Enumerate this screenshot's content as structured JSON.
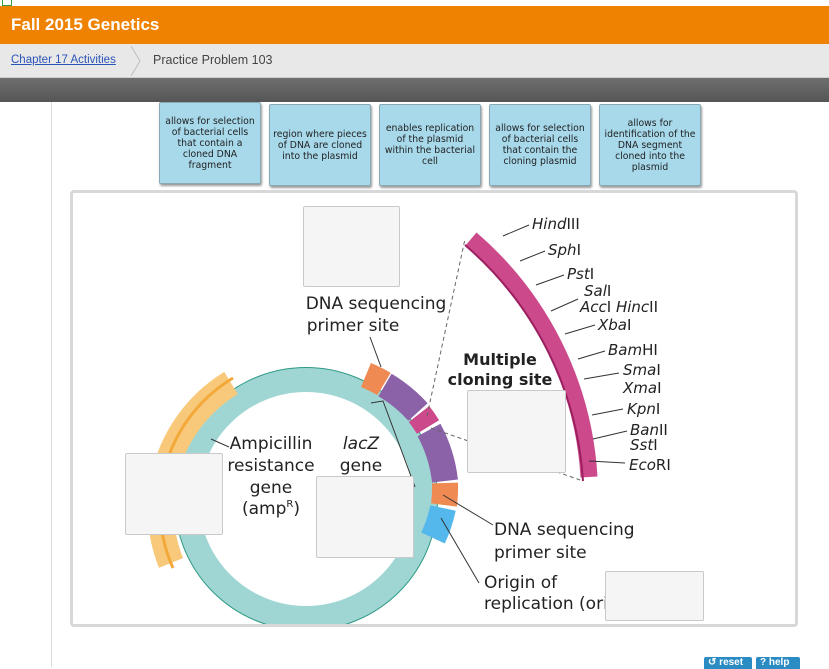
{
  "app": {
    "title": "Fall 2015 Genetics"
  },
  "breadcrumb": {
    "parent": "Chapter 17 Activities",
    "current": "Practice Problem 103"
  },
  "labels": [
    {
      "text": "allows for selection of bacterial cells that contain a cloned DNA fragment"
    },
    {
      "text": "region where pieces of DNA are cloned into the plasmid"
    },
    {
      "text": "enables replication of the plasmid within the bacterial cell"
    },
    {
      "text": "allows for selection of bacterial cells that contain the cloning plasmid"
    },
    {
      "text": "allows for identification of the DNA segment cloned into the plasmid"
    }
  ],
  "diagram": {
    "primer_top": [
      "DNA sequencing",
      "primer site"
    ],
    "mcs": [
      "Multiple",
      "cloning site"
    ],
    "amp": [
      "Ampicillin",
      "resistance",
      "gene",
      "(amp",
      "R",
      ")"
    ],
    "lacz": [
      "lacZ",
      "gene"
    ],
    "primer_bottom": [
      "DNA sequencing",
      "primer site"
    ],
    "ori": [
      "Origin of",
      "replication (ori)"
    ],
    "sites": [
      {
        "italic": "Hind",
        "roman": "III"
      },
      {
        "italic": "Sph",
        "roman": "I"
      },
      {
        "italic": "Pst",
        "roman": "I"
      },
      {
        "italic": "Sal",
        "roman": "I"
      },
      {
        "italic": "Acc",
        "roman": "I ",
        "italic2": "Hinc",
        "roman2": "II"
      },
      {
        "italic": "Xba",
        "roman": "I"
      },
      {
        "italic": "Bam",
        "roman": "HI"
      },
      {
        "italic": "Sma",
        "roman": "I"
      },
      {
        "italic": "Xma",
        "roman": "I"
      },
      {
        "italic": "Kpn",
        "roman": "I"
      },
      {
        "italic": "Ban",
        "roman": "II"
      },
      {
        "italic": "Sst",
        "roman": "I"
      },
      {
        "italic": "Eco",
        "roman": "RI"
      }
    ]
  },
  "footer": {
    "reset": "reset",
    "help": "? help"
  },
  "colors": {
    "title_bar": "#ef8200",
    "label_tile": "#a7d9eb",
    "plasmid_teal": "#9fd6d4",
    "amp_gene": "#f8c97a",
    "lacz_purple": "#8b61a8",
    "mcs_magenta": "#cc4a8c",
    "primer_orange": "#ef8a53",
    "ori_blue": "#55b8ec"
  }
}
